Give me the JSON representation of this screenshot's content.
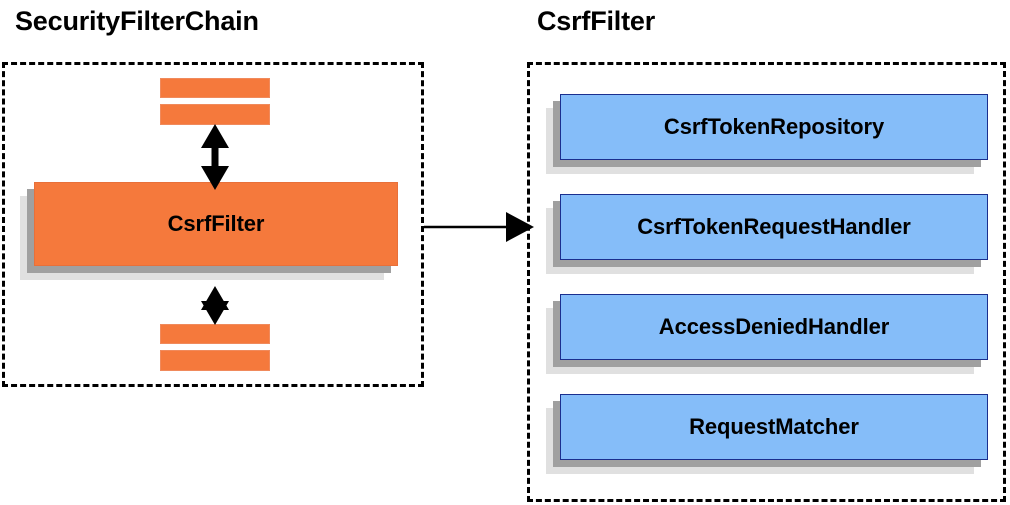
{
  "diagram": {
    "type": "component-relationship-diagram",
    "colors": {
      "orange_fill": "#f5793c",
      "blue_fill": "#85bdf9",
      "blue_border": "#1b2f8f",
      "shadow_near": "#a0a0a0",
      "shadow_far": "#e0e0e0",
      "outline": "#000000",
      "background": "#ffffff"
    }
  },
  "panels": {
    "left": {
      "title": "SecurityFilterChain",
      "border_style": "dashed",
      "main_node": {
        "label": "CsrfFilter",
        "color": "orange"
      },
      "filters_above": [
        {
          "label": "",
          "color": "orange"
        },
        {
          "label": "",
          "color": "orange"
        }
      ],
      "filters_below": [
        {
          "label": "",
          "color": "orange"
        },
        {
          "label": "",
          "color": "orange"
        }
      ],
      "arrows": [
        {
          "name": "upper-bidirectional-arrow",
          "direction": "both"
        },
        {
          "name": "lower-bidirectional-arrow",
          "direction": "both"
        }
      ]
    },
    "right": {
      "title": "CsrfFilter",
      "border_style": "dashed",
      "collaborators": [
        {
          "label": "CsrfTokenRepository",
          "color": "blue"
        },
        {
          "label": "CsrfTokenRequestHandler",
          "color": "blue"
        },
        {
          "label": "AccessDeniedHandler",
          "color": "blue"
        },
        {
          "label": "RequestMatcher",
          "color": "blue"
        }
      ]
    }
  },
  "connector": {
    "name": "left-to-right-connector",
    "direction": "right",
    "from": "SecurityFilterChain",
    "to": "CsrfFilter"
  }
}
